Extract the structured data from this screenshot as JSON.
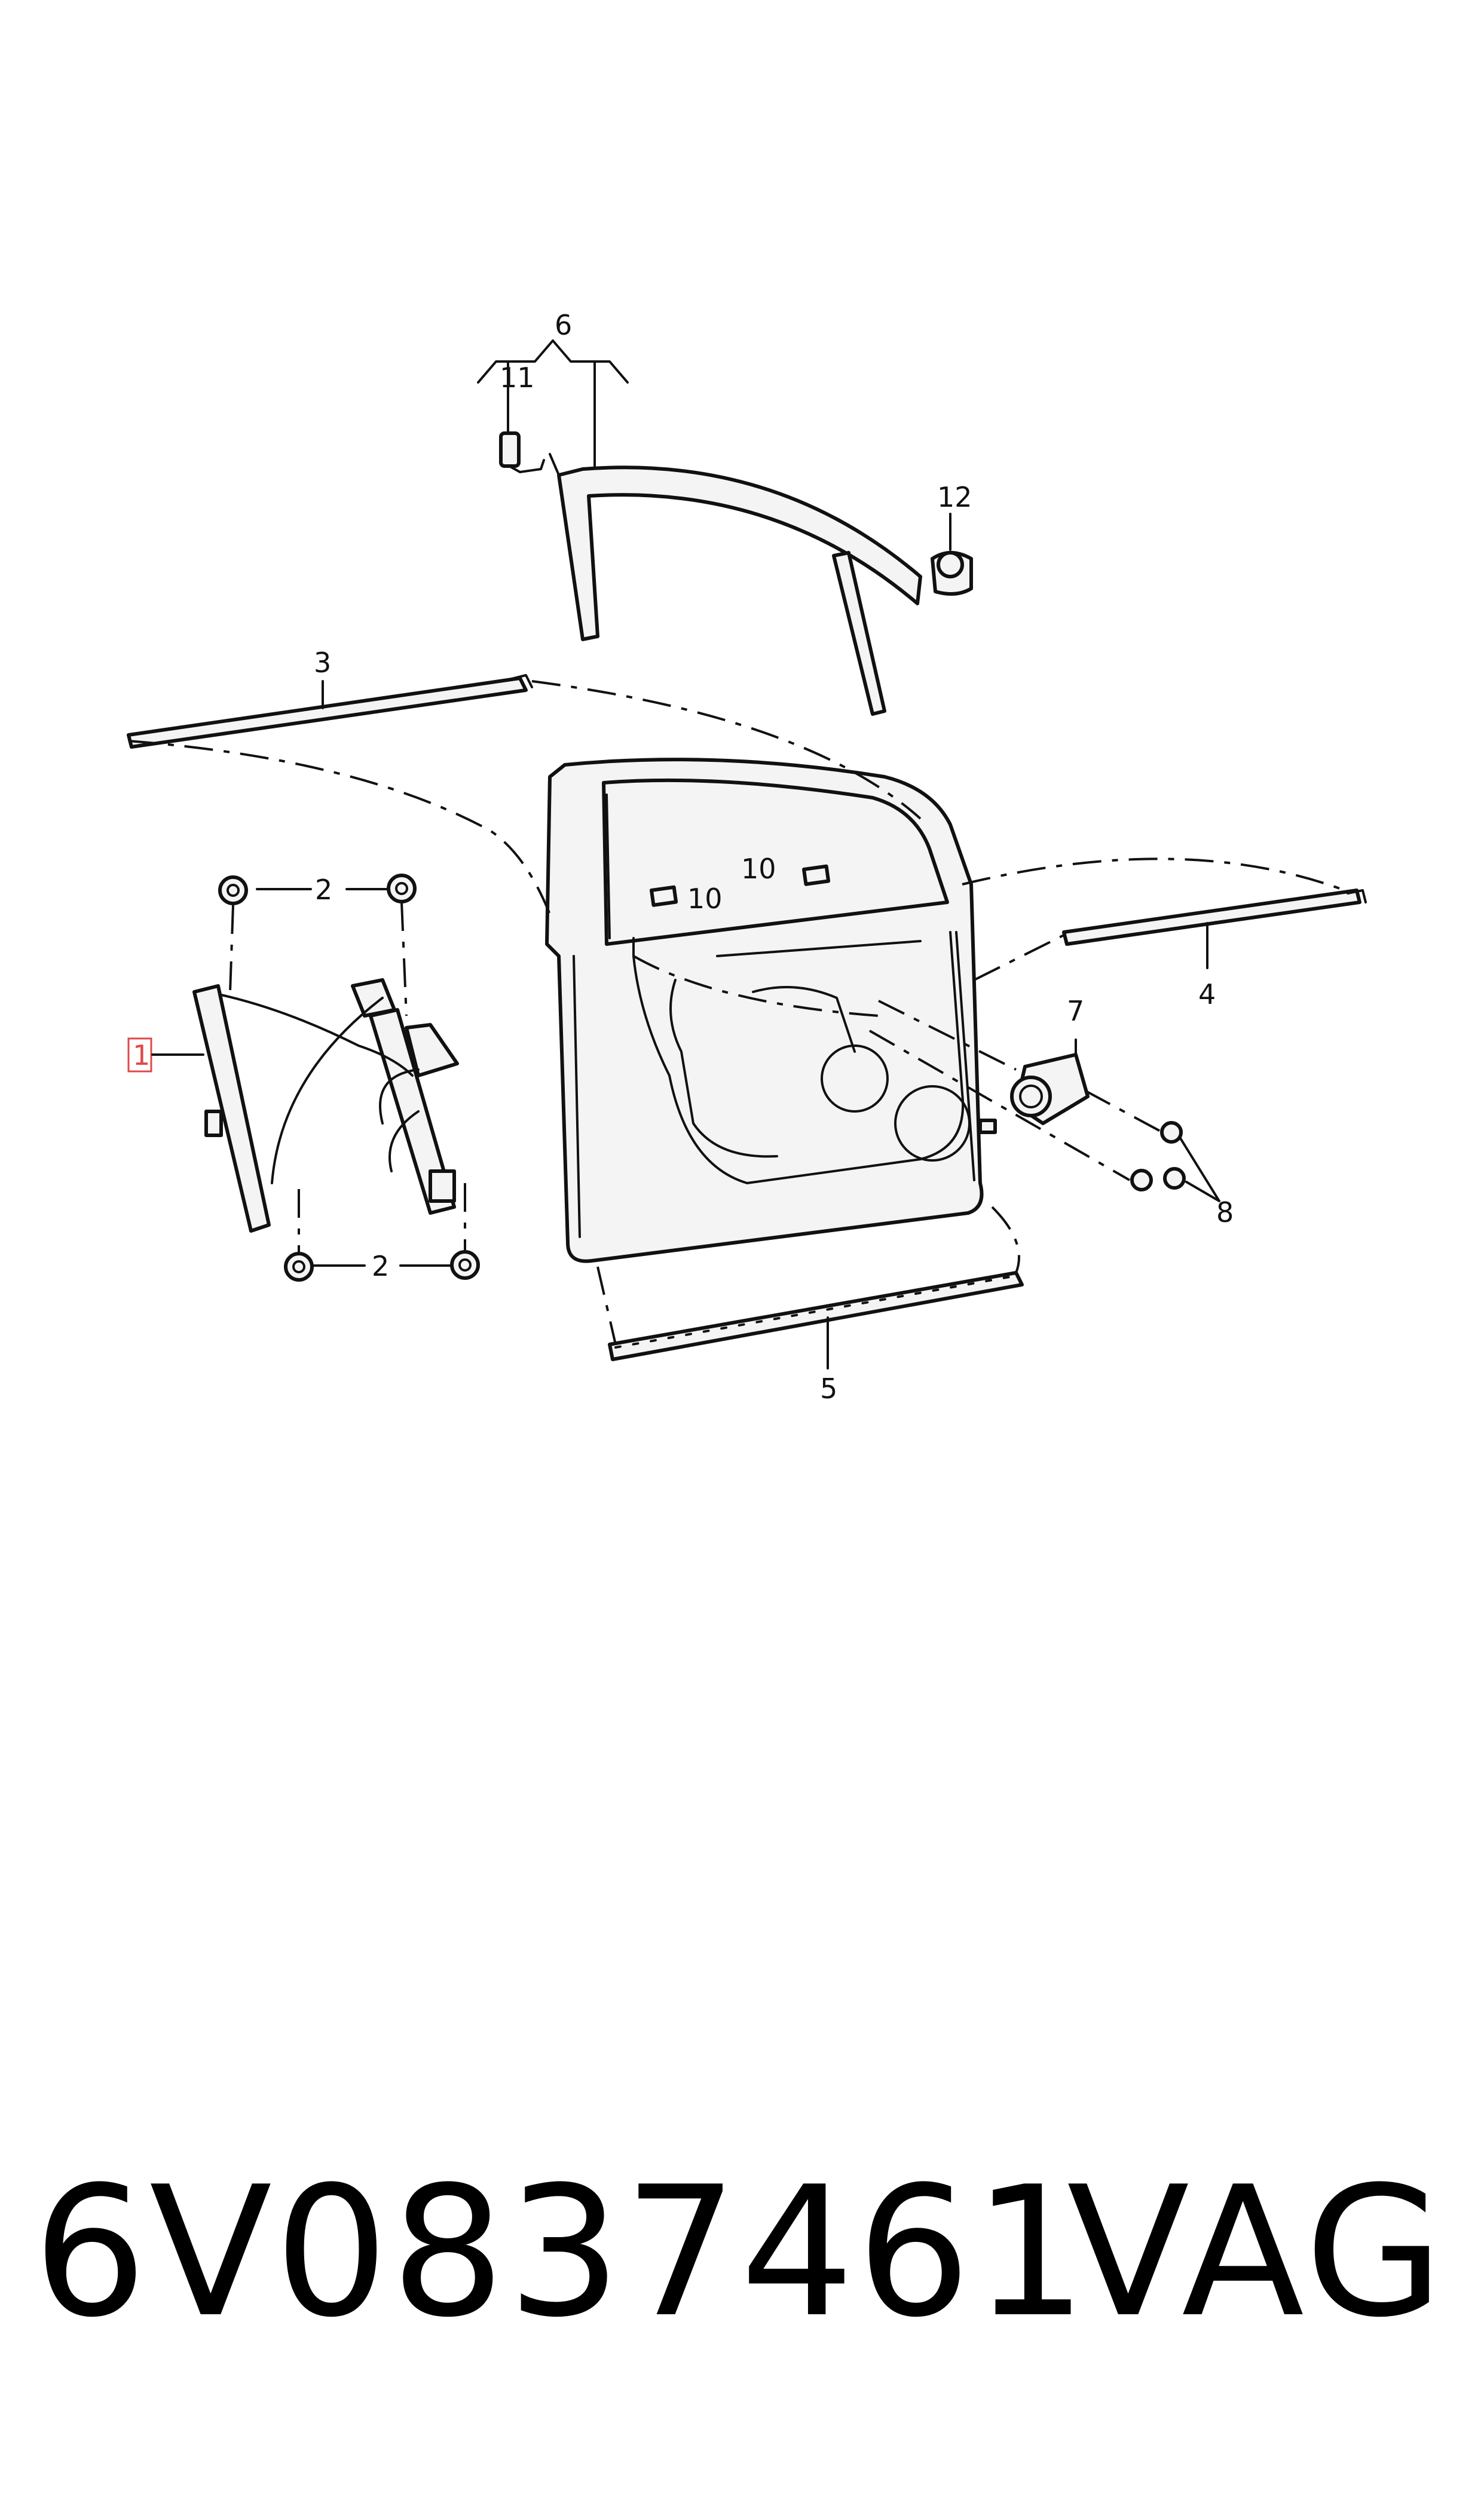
{
  "diagram": {
    "callouts": {
      "c1": "1",
      "c2a": "2",
      "c2b": "2",
      "c3": "3",
      "c4": "4",
      "c5": "5",
      "c6": "6",
      "c7": "7",
      "c8": "8",
      "c10a": "10",
      "c10b": "10",
      "c11": "11",
      "c12": "12"
    },
    "highlight_color": "#e04848"
  },
  "footer": {
    "part_number": "6V0837461",
    "brand": "VAG"
  }
}
